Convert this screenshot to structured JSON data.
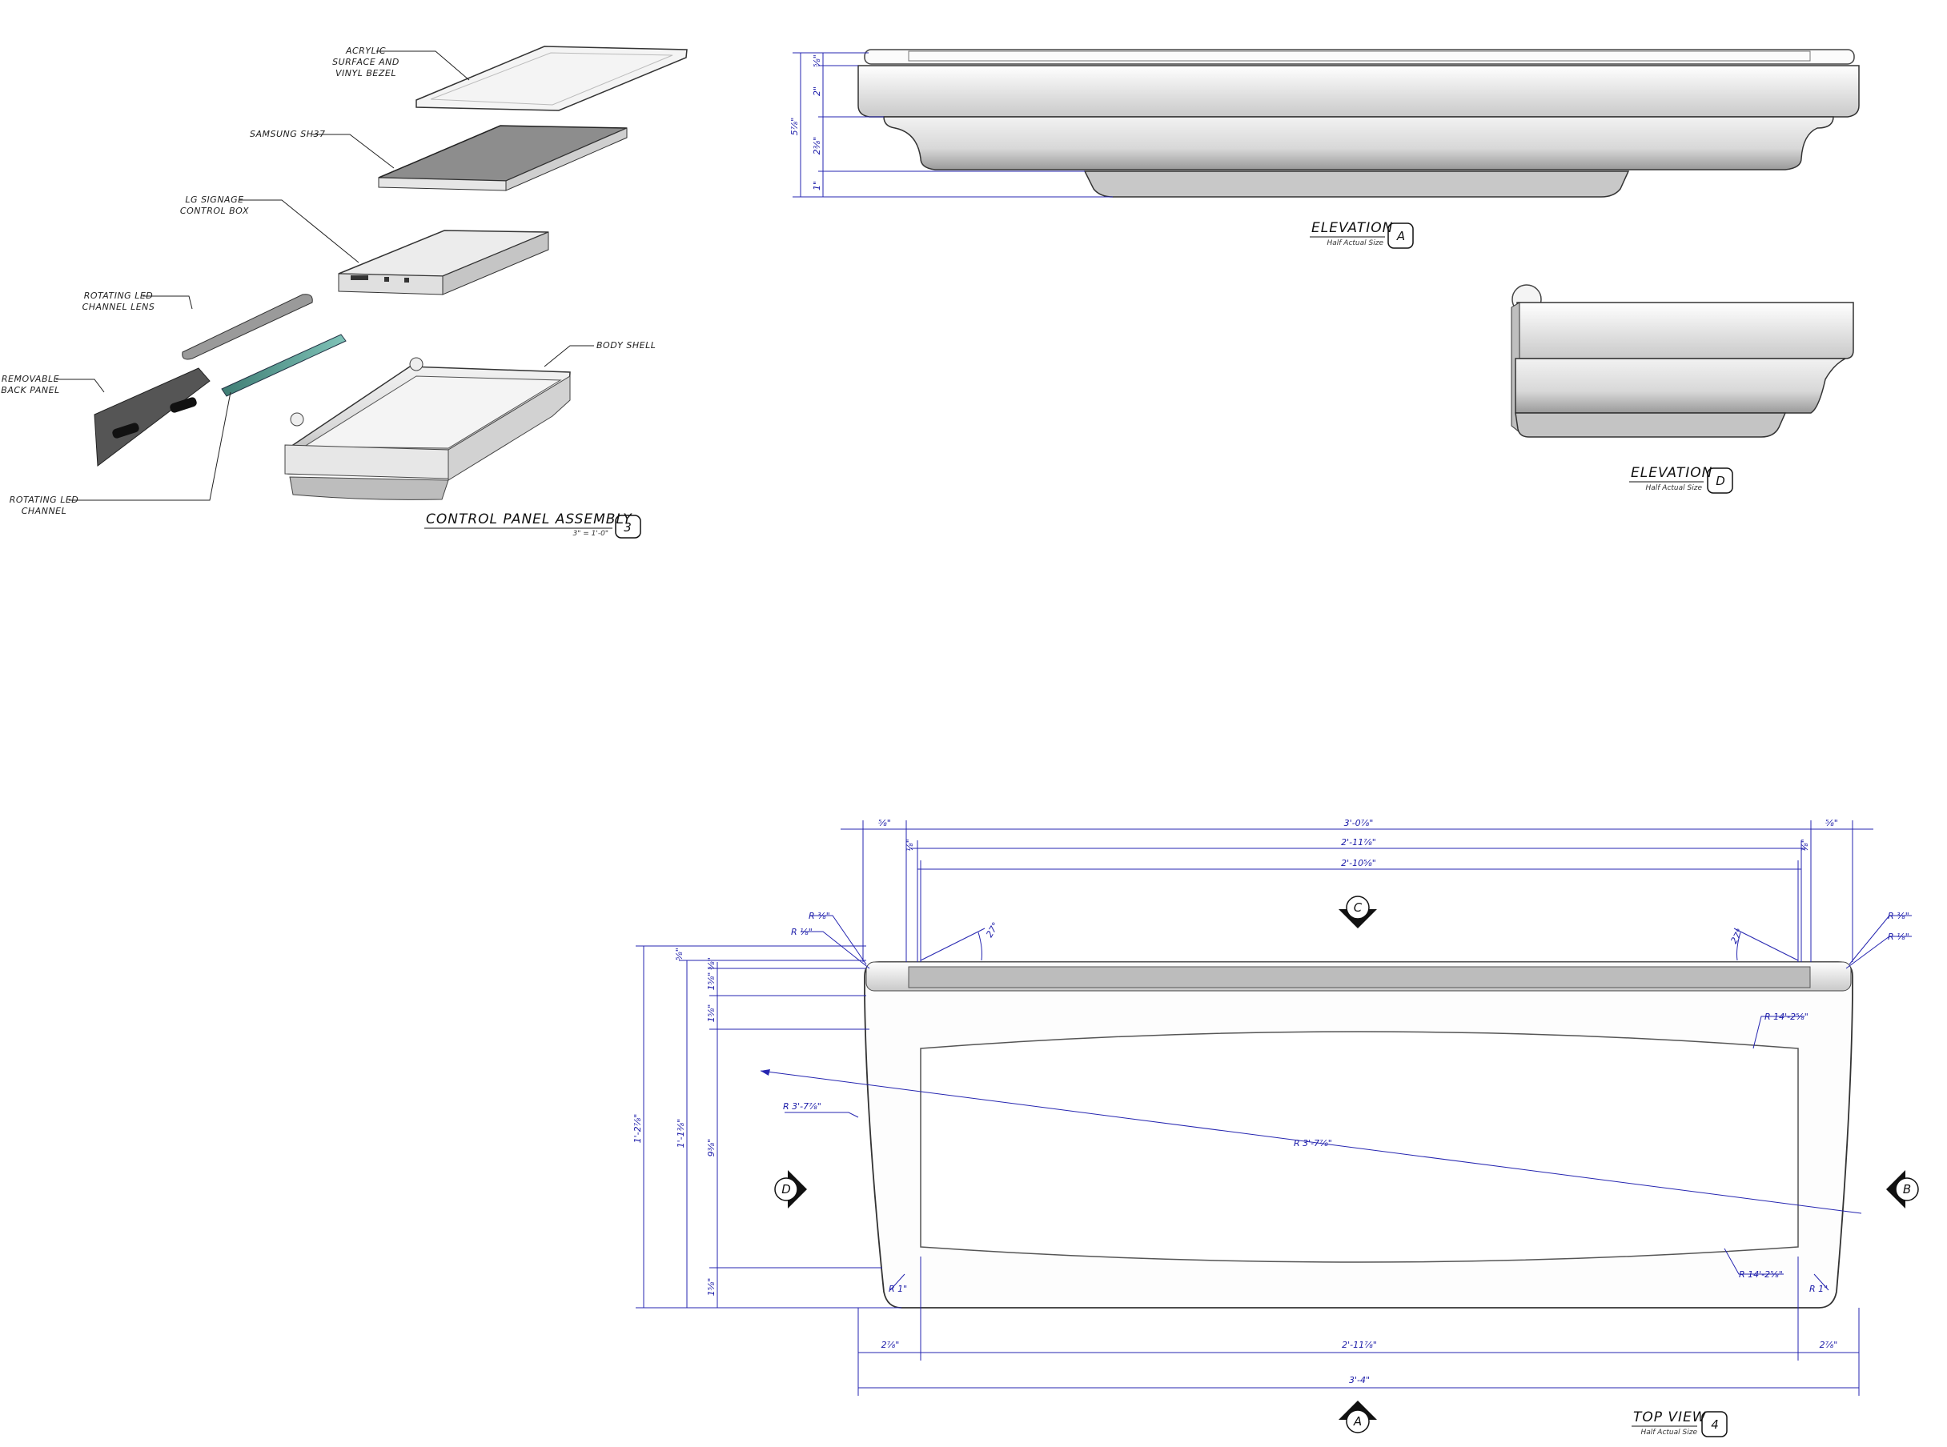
{
  "assembly": {
    "labels": {
      "acrylic": [
        "ACRYLIC",
        "SURFACE AND",
        "VINYL BEZEL"
      ],
      "samsung": "SAMSUNG SH37",
      "lg": [
        "LG SIGNAGE",
        "CONTROL BOX"
      ],
      "lens": [
        "ROTATING LED",
        "CHANNEL LENS"
      ],
      "back": [
        "REMOVABLE",
        "BACK PANEL"
      ],
      "channel": [
        "ROTATING LED",
        "CHANNEL"
      ],
      "shell": "BODY SHELL"
    },
    "title": "CONTROL PANEL ASSEMBLY",
    "scale": "3\" = 1'-0\"",
    "tag": "3"
  },
  "elevation_a": {
    "title": "ELEVATION",
    "subtitle": "Half Actual Size",
    "tag": "A",
    "dims": [
      "⅝\"",
      "2\"",
      "2⅜\"",
      "1\"",
      "5⅞\""
    ]
  },
  "elevation_d": {
    "title": "ELEVATION",
    "subtitle": "Half Actual Size",
    "tag": "D"
  },
  "top_view": {
    "title": "TOP VIEW",
    "subtitle": "Half Actual Size",
    "tag": "4",
    "section_markers": [
      "C",
      "D",
      "B",
      "A"
    ],
    "dims": {
      "top_left": "⅝\"",
      "top_overall": "3'-0⅞\"",
      "top_right": "⅝\"",
      "top_second": "2'-11⅞\"",
      "top_third": "2'-10⅝\"",
      "small_left": "⅛\"",
      "small_right": "⅛\"",
      "r_tl_1": "R ⅜\"",
      "r_tl_2": "R ⅛\"",
      "r_tr_1": "R ⅜\"",
      "r_tr_2": "R ⅛\"",
      "ang_left": "27°",
      "ang_right": "27°",
      "r_upper": "R 14'-2⅝\"",
      "r_lower": "R 14'-2⅝\"",
      "r_left": "R 3'-7⅞\"",
      "r_diag": "R 3'-7⅞\"",
      "r_bl": "R 1\"",
      "r_br": "R 1\"",
      "v_overall": "1'-2⅞\"",
      "v_second": "1'-1⅜\"",
      "v_a": "⅝\"",
      "v_b": "⅝\"",
      "v_c": "1⅝\"",
      "v_d": "1⅝\"",
      "v_e": "9⅜\"",
      "v_f": "1⅝\"",
      "bot_left": "2⅞\"",
      "bot_mid": "2'-11⅞\"",
      "bot_right": "2⅞\"",
      "bot_overall": "3'-4\""
    }
  }
}
